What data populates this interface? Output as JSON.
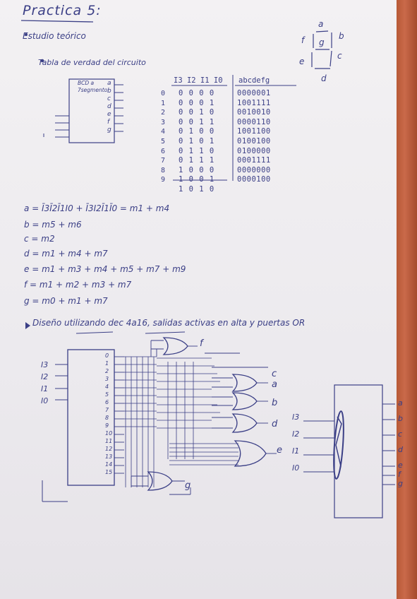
{
  "title": "Practica 5:",
  "section_theory": "Estudio teórico",
  "subsection_table": "Tabla de verdad del circuito",
  "bcd_box": {
    "line1": "BCD a",
    "line2": "7segmento",
    "outputs": [
      "a",
      "b",
      "c",
      "d",
      "e",
      "f",
      "g"
    ]
  },
  "seven_segment_labels": {
    "a": "a",
    "b": "b",
    "c": "c",
    "d": "d",
    "e": "e",
    "f": "f",
    "g": "g"
  },
  "truth_table": {
    "input_header": "I3 I2 I1 I0",
    "output_header": "abcdefg",
    "indices": [
      "0",
      "1",
      "2",
      "3",
      "4",
      "5",
      "6",
      "7",
      "8",
      "9"
    ],
    "input_rows": [
      "0 0 0 0",
      "0 0 0 1",
      "0 0 1 0",
      "0 0 1 1",
      "0 1 0 0",
      "0 1 0 1",
      "0 1 1 0",
      "0 1 1 1",
      "1 0 0 0",
      "1 0 0 1",
      "1 0 1 0"
    ],
    "output_rows": [
      "0000001",
      "1001111",
      "0010010",
      "0000110",
      "1001100",
      "0100100",
      "0100000",
      "0001111",
      "0000000",
      "0000100"
    ]
  },
  "equations": [
    "a = Ī3Ī2Ī1I0 + Ī3I2Ī1Ī0 = m1 + m4",
    "b = m5 + m6",
    "c = m2",
    "d = m1 + m4 + m7",
    "e = m1 + m3 + m4 + m5 + m7 + m9",
    "f = m1 + m2 + m3 + m7",
    "g = m0 + m1 + m7"
  ],
  "section_design": "Diseño utilizando dec 4a16, salidas activas en alta y puertas OR",
  "decoder": {
    "inputs": [
      "I3",
      "I2",
      "I1",
      "I0"
    ],
    "outputs": [
      "0",
      "1",
      "2",
      "3",
      "4",
      "5",
      "6",
      "7",
      "8",
      "9",
      "10",
      "11",
      "12",
      "13",
      "14",
      "15"
    ],
    "gate_outputs": [
      "f",
      "c",
      "a",
      "b",
      "d",
      "e",
      "g"
    ]
  },
  "block": {
    "inputs": [
      "I3",
      "I2",
      "I1",
      "I0"
    ],
    "outputs": [
      "a",
      "b",
      "c",
      "d",
      "e",
      "f",
      "g"
    ]
  }
}
